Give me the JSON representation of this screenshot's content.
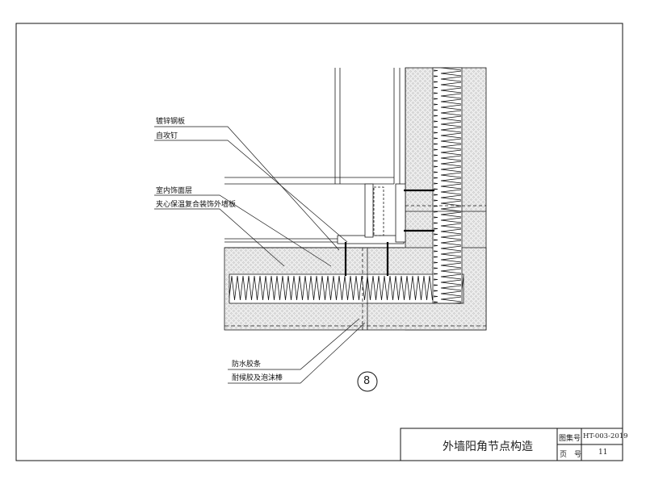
{
  "detail_number": "8",
  "labels": {
    "galvanized_steel_plate": "镀锌钢板",
    "self_tapping_screw": "自攻钉",
    "interior_finish_layer": "室内饰面层",
    "sandwich_panel": "夹心保温复合装饰外墙板",
    "waterproof_strip": "防水胶条",
    "sealant_and_foam_rod": "耐候胶及泡沫棒"
  },
  "title_block": {
    "drawing_title": "外墙阳角节点构造",
    "atlas_no_label": "图集号",
    "atlas_no_value": "HT-003-2019",
    "page_label": "页　号",
    "page_value": "11"
  },
  "colors": {
    "line": "#1a1a1a",
    "foam_fill": "#e9e9e9",
    "background": "#ffffff"
  }
}
